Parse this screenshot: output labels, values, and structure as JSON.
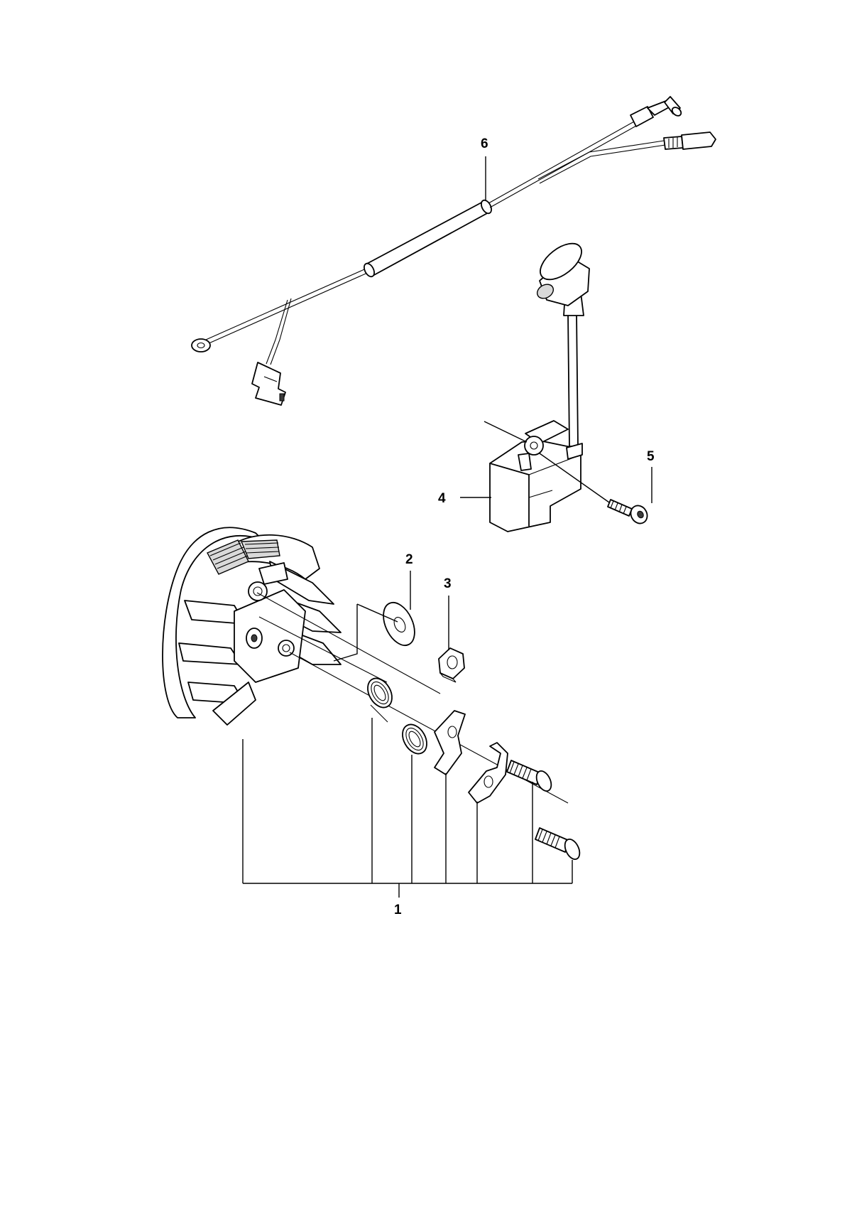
{
  "diagram": {
    "callouts": [
      {
        "id": "1",
        "label": "1",
        "part": "flywheel-assembly"
      },
      {
        "id": "2",
        "label": "2",
        "part": "washer"
      },
      {
        "id": "3",
        "label": "3",
        "part": "nut"
      },
      {
        "id": "4",
        "label": "4",
        "part": "ignition-module"
      },
      {
        "id": "5",
        "label": "5",
        "part": "screw"
      },
      {
        "id": "6",
        "label": "6",
        "part": "wire-harness"
      }
    ]
  }
}
